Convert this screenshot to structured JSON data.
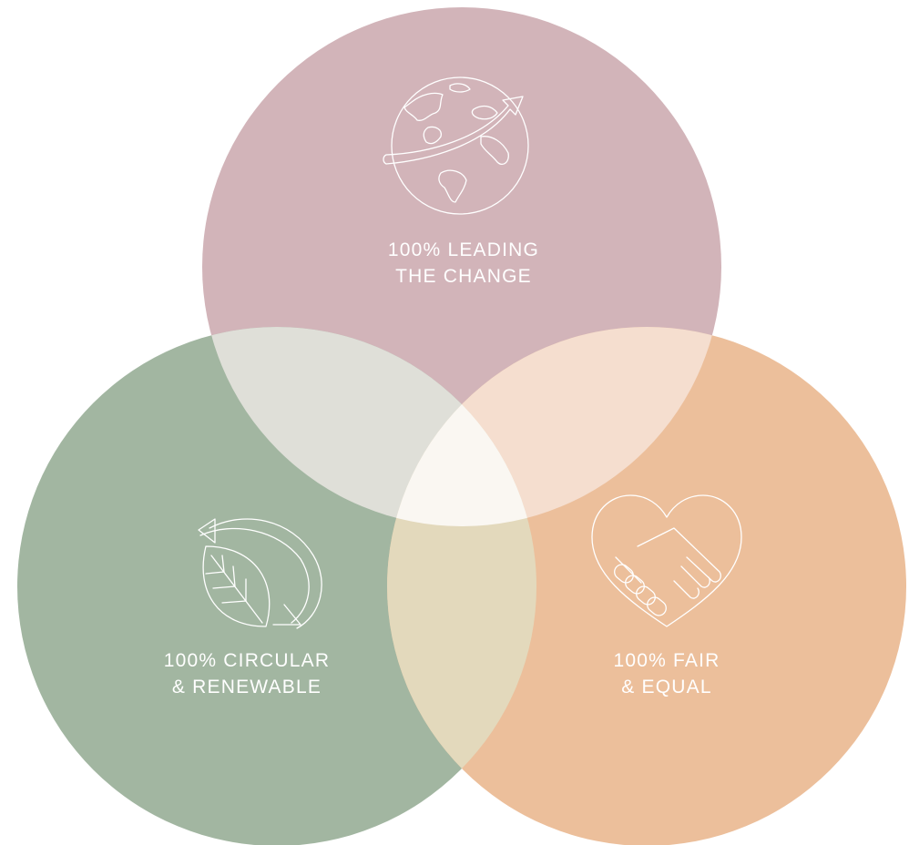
{
  "colors": {
    "top_circle": "#d2b4b9",
    "left_circle": "#a2b6a1",
    "right_circle": "#ecbf9b",
    "overlap_top_left": "#dfdfd8",
    "overlap_top_right": "#f5decf",
    "overlap_left_right": "#e3d9bc",
    "overlap_center": "#faf7f2",
    "label_text": "#ffffff",
    "icon_stroke": "#ffffff"
  },
  "circles": {
    "top": {
      "label_line1": "100% LEADING",
      "label_line2": "THE CHANGE",
      "icon": "globe-with-arrow-icon"
    },
    "left": {
      "label_line1": "100% CIRCULAR",
      "label_line2": "& RENEWABLE",
      "icon": "leaf-recycle-icon"
    },
    "right": {
      "label_line1": "100% FAIR",
      "label_line2": "& EQUAL",
      "icon": "heart-handshake-icon"
    }
  }
}
